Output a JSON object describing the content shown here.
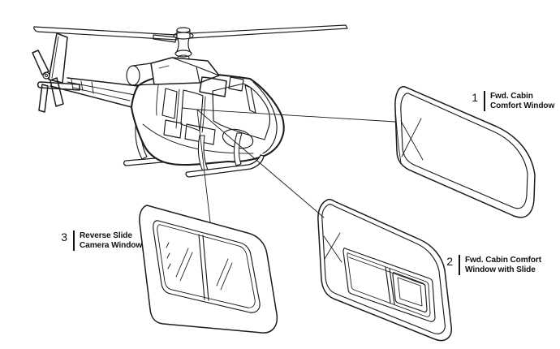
{
  "figure": {
    "type": "technical line illustration",
    "subject": "helicopter cabin window options",
    "background_color": "#ffffff",
    "line_color": "#1c1c1a",
    "text_color": "#111111"
  },
  "callouts": [
    {
      "number": "1",
      "lines": [
        "Fwd. Cabin",
        "Comfort Window"
      ]
    },
    {
      "number": "2",
      "lines": [
        "Fwd. Cabin Comfort",
        "Window with Slide"
      ]
    },
    {
      "number": "3",
      "lines": [
        "Reverse Slide",
        "Camera Window"
      ]
    }
  ]
}
